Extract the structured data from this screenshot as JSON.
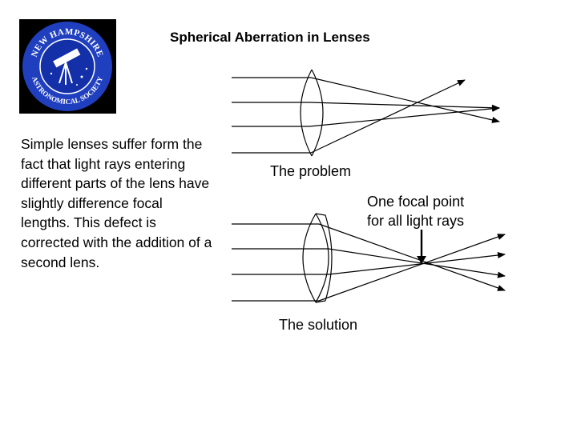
{
  "slide": {
    "title": "Spherical Aberration in Lenses",
    "description": "Simple lenses suffer form the fact that light rays entering different parts of the lens have slightly difference focal lengths. This defect is corrected with the addition of a second lens."
  },
  "logo": {
    "text_top": "NEW HAMPSHIRE",
    "text_bottom": "ASTRONOMICAL SOCIETY",
    "ring_color": "#1f3fbf",
    "background": "#000000"
  },
  "diagram": {
    "problem_label": "The problem",
    "focal_label_line1": "One focal point",
    "focal_label_line2": "for all light rays",
    "solution_label": "The solution"
  }
}
